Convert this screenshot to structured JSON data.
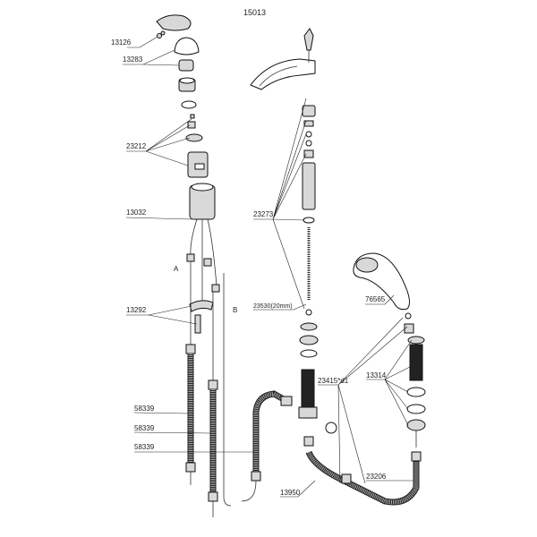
{
  "title": "15013",
  "labels": {
    "p13126": "13126",
    "p13283": "13283",
    "p23212": "23212",
    "p13032": "13032",
    "p13292": "13292",
    "p58339a": "58339",
    "p58339b": "58339",
    "p58339c": "58339",
    "p23273": "23273",
    "p23530": "23530(20mm)",
    "p76565": "76565",
    "p23415": "23415*d1",
    "p13314": "13314",
    "p23206": "23206",
    "p13950": "13950",
    "markA": "A",
    "markB": "B"
  }
}
